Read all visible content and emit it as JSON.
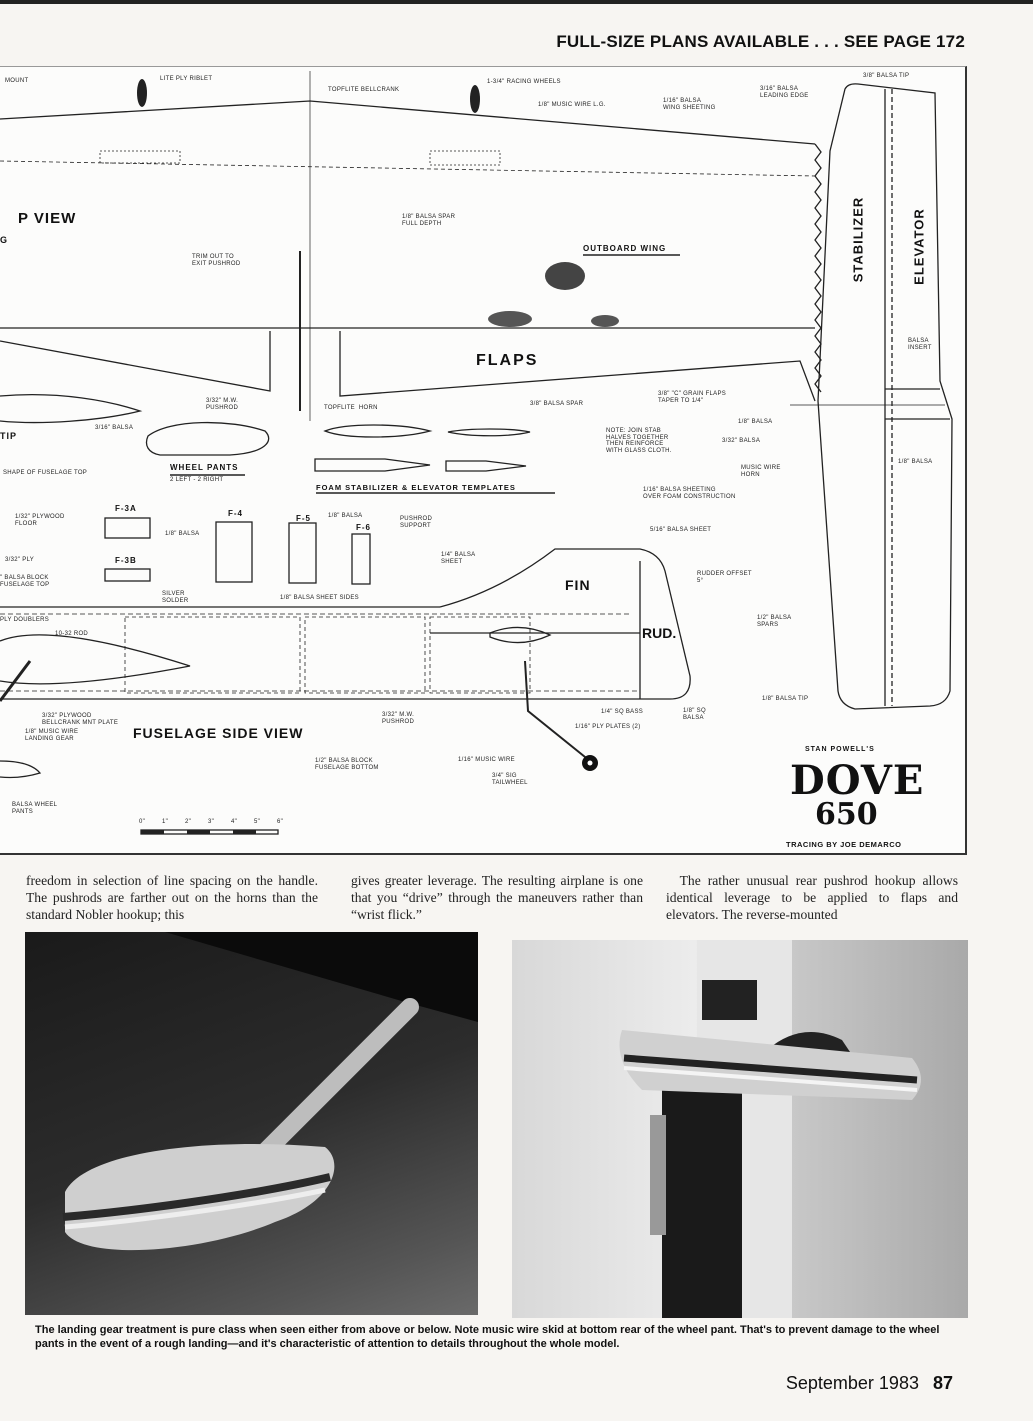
{
  "header": "FULL-SIZE PLANS AVAILABLE . . . SEE PAGE 172",
  "plan": {
    "titles": {
      "top_view": "P VIEW",
      "top_view_sub": "G",
      "flaps": "FLAPS",
      "outboard_wing": "OUTBOARD WING",
      "tip": "TIP",
      "wheel_pants": "WHEEL PANTS",
      "wheel_pants_sub": "2 LEFT - 2 RIGHT",
      "templates": "FOAM STABILIZER & ELEVATOR TEMPLATES",
      "stabilizer": "STABILIZER",
      "elevator": "ELEVATOR",
      "fin": "FIN",
      "rudder": "RUD.",
      "fuselage_side_view": "FUSELAGE SIDE VIEW",
      "f3a": "F-3A",
      "f3b": "F-3B",
      "f4": "F-4",
      "f5": "F-5",
      "f6": "F-6"
    },
    "scale_ticks": [
      "0\"",
      "1\"",
      "2\"",
      "3\"",
      "4\"",
      "5\"",
      "6\""
    ],
    "labels": [
      "MOUNT",
      "LITE PLY RIBLET",
      "TOPFLITE BELLCRANK",
      "1-3/4\" RACING WHEELS",
      "1/8\" MUSIC WIRE L.G.",
      "1/16\" BALSA\nWING SHEETING",
      "3/16\" BALSA\nLEADING EDGE",
      "3/8\" BALSA TIP",
      "1/8\" BALSA SPAR\nFULL DEPTH",
      "TRIM OUT TO\nEXIT PUSHROD",
      "3/32\" M.W.\nPUSHROD",
      "TOPFLITE  HORN",
      "3/16\" BALSA",
      "3/8\" BALSA SPAR",
      "3/8\" \"C\" GRAIN FLAPS\nTAPER TO 1/4\"",
      "NOTE: JOIN STAB\nHALVES TOGETHER\nTHEN REINFORCE\nWITH GLASS CLOTH.",
      "1/8\" BALSA",
      "3/32\" BALSA",
      "MUSIC WIRE\nHORN",
      "1/16\" BALSA SHEETING\nOVER FOAM CONSTRUCTION",
      "BALSA\nINSERT",
      "1/8\" BALSA",
      "SHAPE OF FUSELAGE TOP",
      "1/32\" PLYWOOD\nFLOOR",
      "3/32\" PLY",
      "\" BALSA BLOCK\nFUSELAGE TOP",
      "1/8\" BALSA",
      "1/8\" BALSA",
      "PUSHROD\nSUPPORT",
      "1/4\" BALSA\nSHEET",
      "SILVER\nSOLDER",
      "1/8\" BALSA SHEET SIDES",
      "PLY DOUBLERS",
      "10-32 ROD",
      "5/16\" BALSA SHEET",
      "RUDDER OFFSET\n5°",
      "1/2\" BALSA\nSPARS",
      "3/32\" PLYWOOD\nBELLCRANK MNT PLATE",
      "1/8\" MUSIC WIRE\nLANDING GEAR",
      "3/32\" M.W.\nPUSHROD",
      "1/4\" SQ BASS",
      "1/8\" SQ\nBALSA",
      "1/16\" PLY PLATES (2)",
      "1/8\" BALSA TIP",
      "1/2\" BALSA BLOCK\nFUSELAGE BOTTOM",
      "1/16\" MUSIC WIRE",
      "3/4\" SIG\nTAILWHEEL",
      "BALSA WHEEL\nPANTS"
    ],
    "credit": {
      "designer": "STAN POWELL'S",
      "name": "DOVE",
      "number": "650",
      "tracing": "TRACING BY JOE DEMARCO"
    }
  },
  "columns": [
    "freedom in selection of line spacing on the handle. The pushrods are farther out on the horns than the standard Nobler hookup; this",
    "gives greater leverage. The resulting airplane is one that you “drive” through the maneuvers rather than “wrist flick.”",
    " The rather unusual rear pushrod hookup allows identical leverage to be applied to flaps and elevators. The reverse-mounted"
  ],
  "caption": "The landing gear treatment is pure class when seen either from above or below. Note music wire skid at bottom rear of the wheel pant. That's to prevent damage to the wheel pants in the event of a rough landing—and it's characteristic of attention to details throughout the whole model.",
  "footer": {
    "issue": "September 1983",
    "page": "87"
  }
}
